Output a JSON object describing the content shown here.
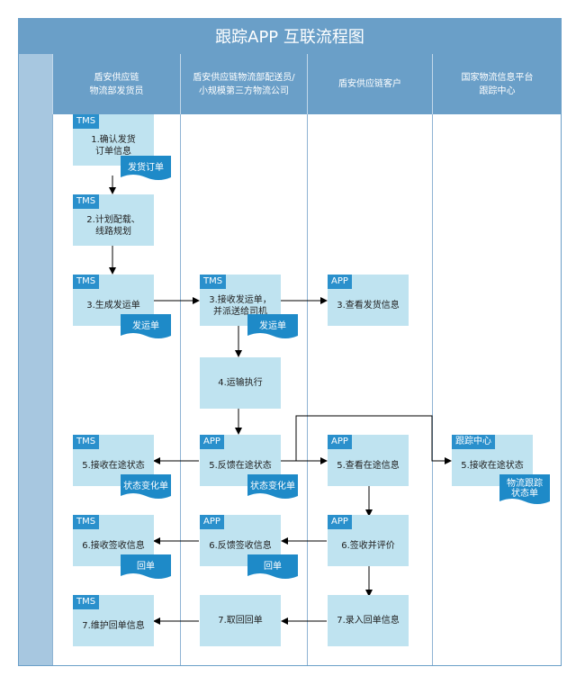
{
  "title": "跟踪APP 互联流程图",
  "lanes": [
    {
      "header": "盾安供应链\n物流部发货员"
    },
    {
      "header": "盾安供应链物流部配送员/\n小规模第三方物流公司"
    },
    {
      "header": "盾安供应链客户"
    },
    {
      "header": "国家物流信息平台\n跟踪中心"
    }
  ],
  "steps": [
    {
      "tag": "TMS",
      "label": "1.确认发货\n订单信息"
    },
    {
      "tag": "TMS",
      "label": "2.计划配载、\n线路规划"
    },
    {
      "tag": "TMS",
      "label": "3.生成发运单"
    },
    {
      "tag": "TMS",
      "label": "3.接收发运单，\n并派送给司机"
    },
    {
      "tag": "APP",
      "label": "3.查看发货信息"
    },
    {
      "tag": "",
      "label": "4.运输执行"
    },
    {
      "tag": "TMS",
      "label": "5.接收在途状态"
    },
    {
      "tag": "APP",
      "label": "5.反馈在途状态"
    },
    {
      "tag": "APP",
      "label": "5.查看在途信息"
    },
    {
      "tag": "跟踪中心",
      "label": "5.接收在途状态"
    },
    {
      "tag": "TMS",
      "label": "6.接收签收信息"
    },
    {
      "tag": "APP",
      "label": "6.反馈签收信息"
    },
    {
      "tag": "APP",
      "label": "6.签收并评价"
    },
    {
      "tag": "TMS",
      "label": "7.维护回单信息"
    },
    {
      "tag": "",
      "label": "7.取回回单"
    },
    {
      "tag": "",
      "label": "7.录入回单信息"
    }
  ],
  "documents": [
    {
      "label": "发货订单"
    },
    {
      "label": "发运单"
    },
    {
      "label": "发运单"
    },
    {
      "label": "状态变化单"
    },
    {
      "label": "状态变化单"
    },
    {
      "label": "物流跟踪\n状态单"
    },
    {
      "label": "回单"
    },
    {
      "label": "回单"
    }
  ],
  "colors": {
    "header": "#6a9fc8",
    "sidebar": "#a7c7e0",
    "box": "#bfe3f0",
    "tag": "#2a90cc",
    "document": "#1e8ac8"
  }
}
